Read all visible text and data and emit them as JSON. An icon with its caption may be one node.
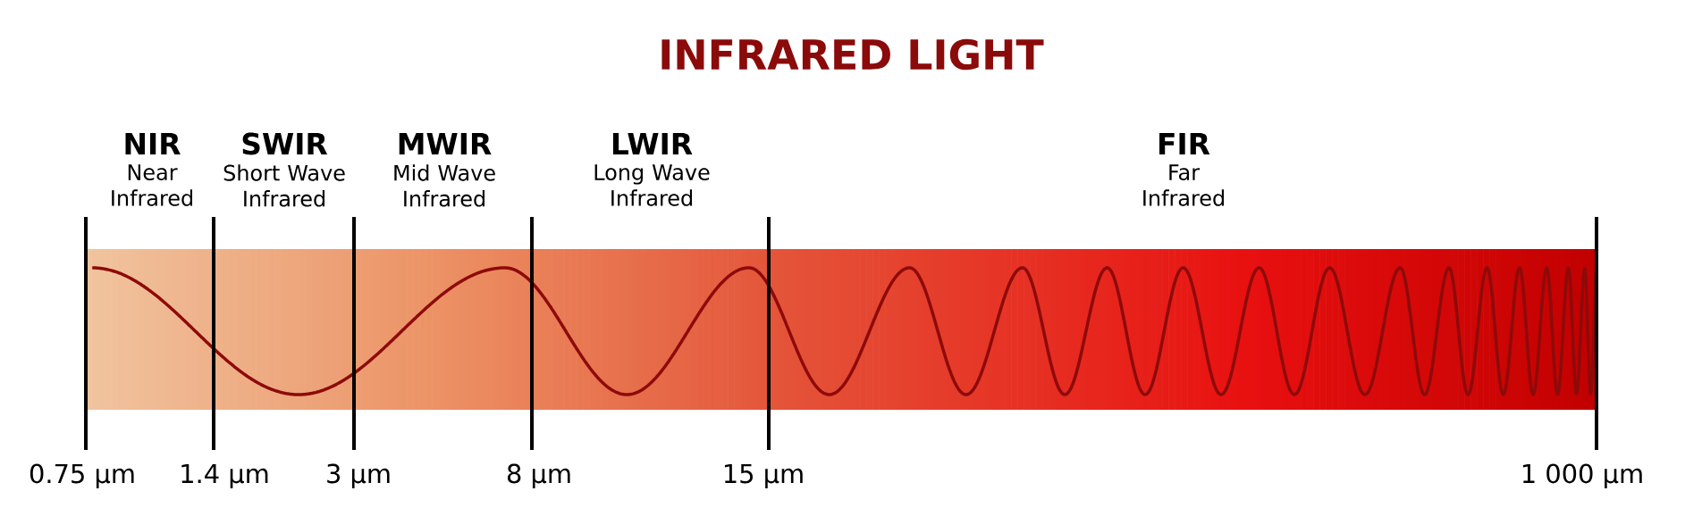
{
  "diagram": {
    "title": "INFRARED LIGHT",
    "labels": [
      "NIR",
      "Near Infrared",
      "SWIR",
      "Short Wave Infrared",
      "MWIR",
      "Mid Wave Infrared",
      "LWIR",
      "Long Wave Infrared",
      "FIR",
      "Far Infrared",
      "0.75 µm",
      "1.4 µm",
      "3 µm",
      "8 µm",
      "15 µm",
      "1 000 µm"
    ]
  }
}
